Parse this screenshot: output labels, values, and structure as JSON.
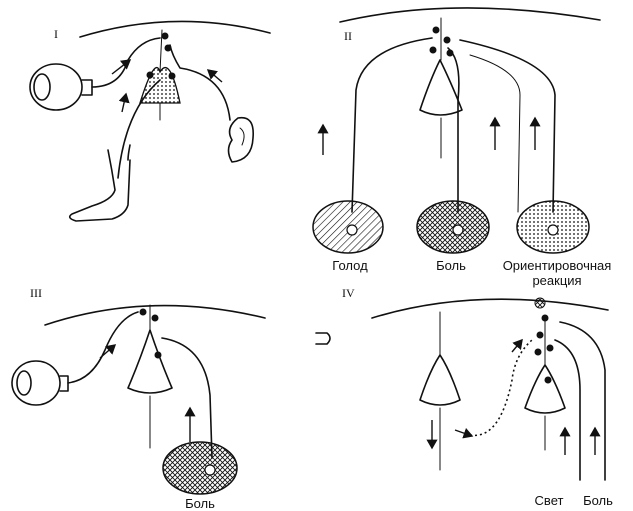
{
  "panels": {
    "p1": {
      "numeral": "I"
    },
    "p2": {
      "numeral": "II",
      "labels": [
        "Голод",
        "Боль",
        "Ориентировочная",
        "реакция"
      ]
    },
    "p3": {
      "numeral": "III",
      "labels": [
        "Боль"
      ]
    },
    "p4": {
      "numeral": "IV",
      "labels": [
        "Свет",
        "Боль"
      ]
    }
  }
}
